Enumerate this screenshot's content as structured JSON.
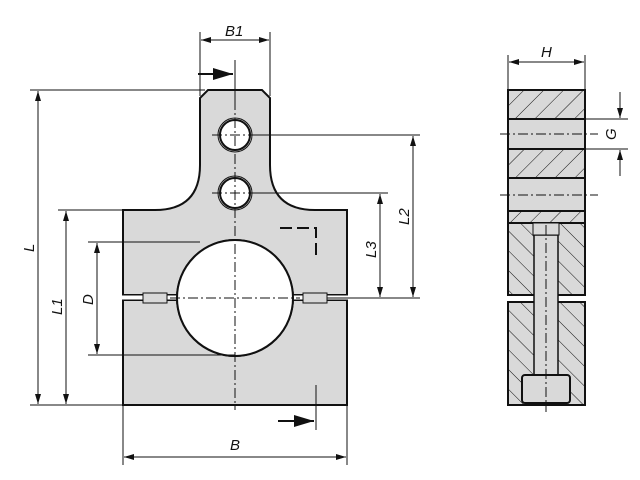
{
  "drawing": {
    "front_view": {
      "dimensions": {
        "B1": "B1",
        "L": "L",
        "L1": "L1",
        "L2": "L2",
        "L3": "L3",
        "D": "D",
        "B": "B"
      }
    },
    "side_view": {
      "dimensions": {
        "H": "H",
        "G": "G"
      }
    },
    "colors": {
      "part_fill": "#d9d9d9",
      "line": "#111111",
      "background": "#ffffff"
    }
  }
}
